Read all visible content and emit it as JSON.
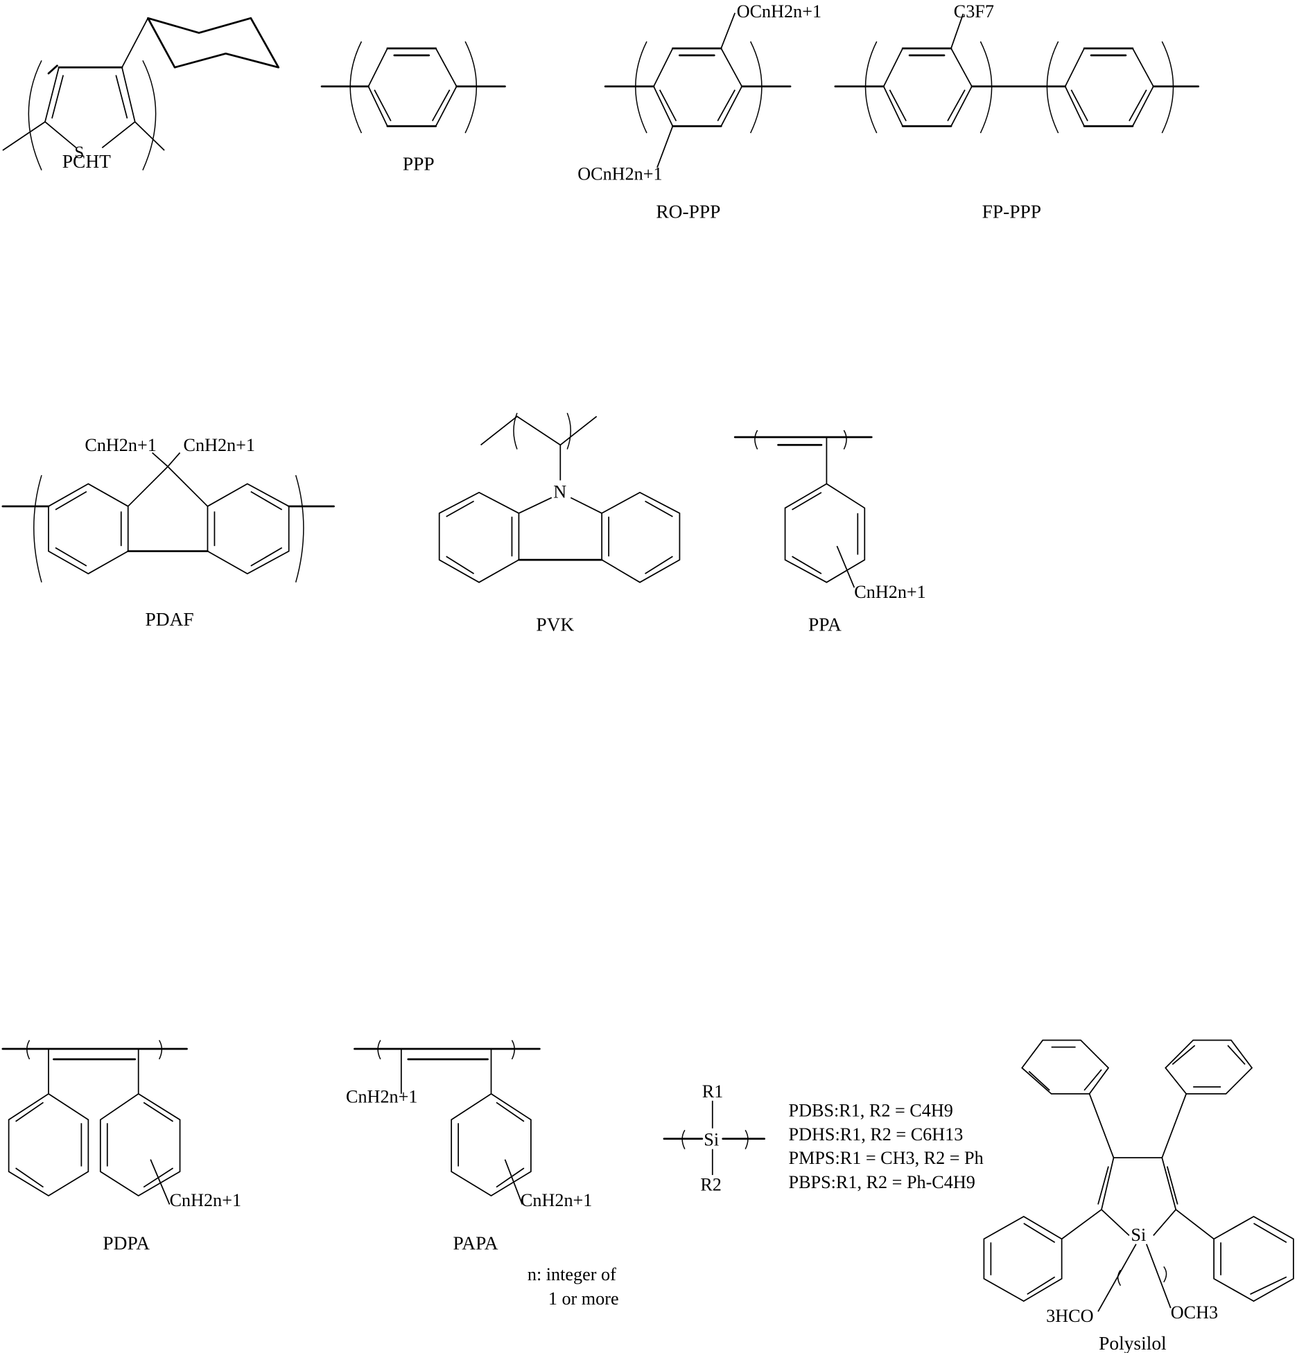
{
  "figure": {
    "description": "Chemical structures of conjugated and silicon-based polymers",
    "foreground_color": "#000000",
    "background_color": "#ffffff"
  },
  "structures": {
    "pcht": {
      "name": "PCHT",
      "heteroatom": "S"
    },
    "ppp": {
      "name": "PPP"
    },
    "ro_ppp": {
      "name": "RO-PPP",
      "substituent_top": "OCnH2n+1",
      "substituent_bottom": "OCnH2n+1"
    },
    "fp_ppp": {
      "name": "FP-PPP",
      "substituent": "C3F7"
    },
    "pdaf": {
      "name": "PDAF",
      "substituent_left": "CnH2n+1",
      "substituent_right": "CnH2n+1"
    },
    "pvk": {
      "name": "PVK",
      "heteroatom": "N"
    },
    "ppa": {
      "name": "PPA",
      "substituent": "CnH2n+1"
    },
    "pdpa": {
      "name": "PDPA",
      "substituent": "CnH2n+1"
    },
    "papa": {
      "name": "PAPA",
      "substituent_chain": "CnH2n+1",
      "substituent_ring": "CnH2n+1"
    },
    "polysilane": {
      "atom": "Si",
      "r1": "R1",
      "r2": "R2",
      "variants": [
        "PDBS:R1, R2 = C4H9",
        "PDHS:R1, R2 = C6H13",
        "PMPS:R1 = CH3, R2 = Ph",
        "PBPS:R1, R2 = Ph-C4H9"
      ]
    },
    "polysilol": {
      "name": "Polysilol",
      "atom": "Si",
      "left_group": "3HCO",
      "right_group": "OCH3"
    }
  },
  "notes": {
    "n_definition_line1": "n: integer of",
    "n_definition_line2": "1 or more"
  }
}
